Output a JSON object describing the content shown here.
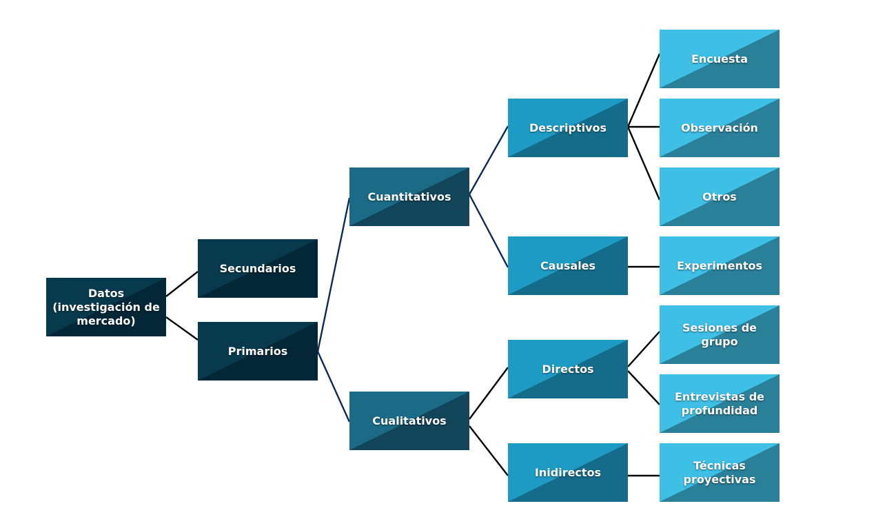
{
  "nodes": {
    "datos": "Datos (investigación de mercado)",
    "secundarios": "Secundarios",
    "primarios": "Primarios",
    "cuantitativos": "Cuantitativos",
    "cualitativos": "Cualitativos",
    "descriptivos": "Descriptivos",
    "causales": "Causales",
    "directos": "Directos",
    "indirectos": "Inidirectos",
    "encuesta": "Encuesta",
    "observacion": "Observación",
    "otros": "Otros",
    "experimentos": "Experimentos",
    "sesiones": "Sesiones de grupo",
    "entrevistas": "Entrevistas de profundidad",
    "tecnicas": "Técnicas proyectivas"
  },
  "colors": {
    "level0": "#073a4d",
    "level1": "#073a4d",
    "level2": "#1b6b87",
    "level3": "#1e9bc4",
    "level4": "#3ebfe5",
    "connector_dark": "#000000",
    "connector_navy": "#0c2a52"
  }
}
